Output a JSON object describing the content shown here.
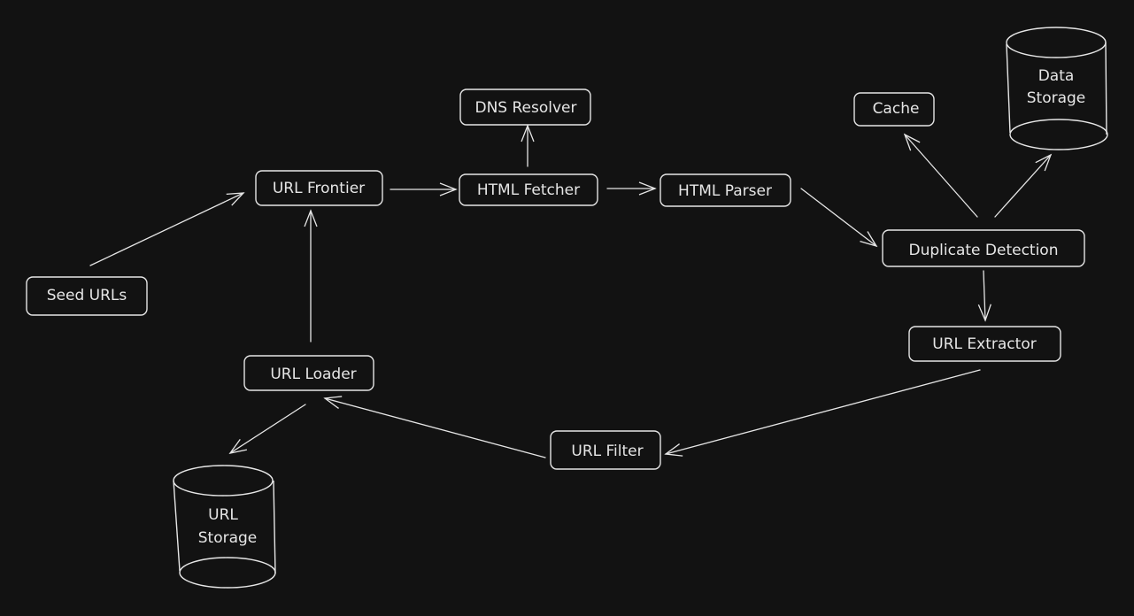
{
  "title": "Web Crawler Architecture",
  "colors": {
    "background": "#121212",
    "stroke": "#e6e6e6"
  },
  "nodes": {
    "dns_resolver": "DNS Resolver",
    "url_frontier": "URL Frontier",
    "html_fetcher": "HTML Fetcher",
    "html_parser": "HTML Parser",
    "cache": "Cache",
    "data_storage": [
      "Data",
      "Storage"
    ],
    "duplicate_detection": "Duplicate Detection",
    "seed_urls": "Seed URLs",
    "url_extractor": "URL Extractor",
    "url_loader": "URL Loader",
    "url_filter": "URL Filter",
    "url_storage": [
      "URL",
      "Storage"
    ]
  }
}
